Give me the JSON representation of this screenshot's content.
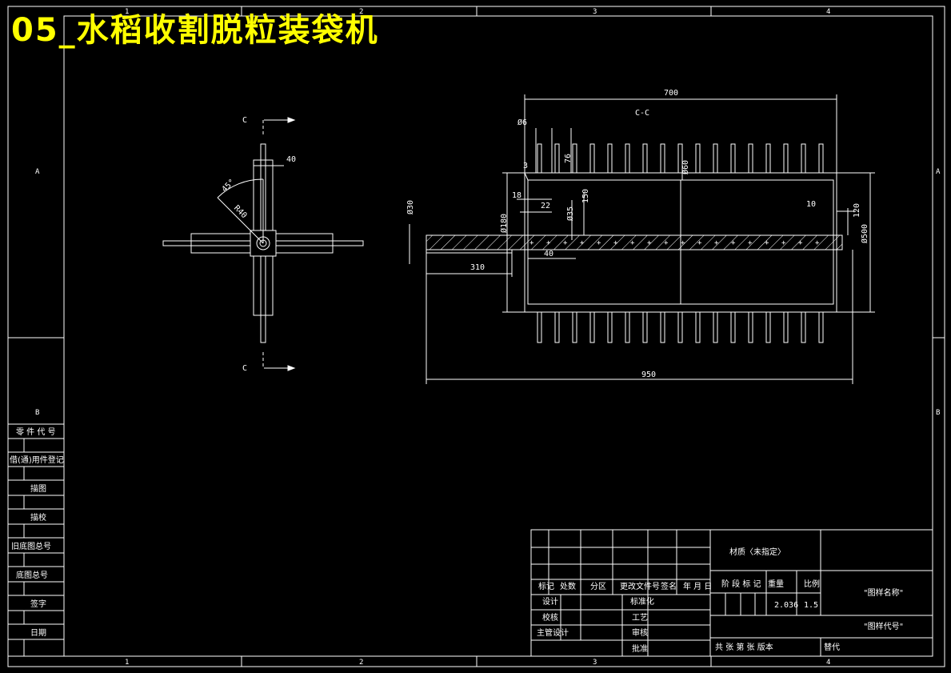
{
  "overlay_title": "05_水稻收割脱粒装袋机",
  "colors": {
    "background": "#000000",
    "lines": "#ffffff",
    "title": "#ffff00",
    "hatch": "#ffffff"
  },
  "border": {
    "top_zones": [
      "1",
      "2",
      "3",
      "4"
    ],
    "bottom_zones": [
      "1",
      "2",
      "3",
      "4"
    ],
    "side_zones": [
      "A",
      "B"
    ]
  },
  "left_column": {
    "labels": [
      "零 件 代 号",
      "借(通)用件登记",
      "描图",
      "描校",
      "旧底图总号",
      "底图总号",
      "签字",
      "日期"
    ]
  },
  "front_view": {
    "section_marks": [
      "C",
      "C"
    ],
    "dims": {
      "width": "40",
      "angle": "45°",
      "radius": "R40"
    }
  },
  "section_view": {
    "title": "C-C",
    "dims": {
      "overall_top": "700",
      "overall_bottom": "950",
      "tooth_dia": "Ø6",
      "tooth_len": "76",
      "offset3": "3",
      "d18": "18",
      "d22": "22",
      "d150": "150",
      "dia35": "Ø35",
      "dia30": "Ø30",
      "dia180": "Ø180",
      "dia500": "Ø500",
      "d10": "10",
      "d120": "120",
      "d40": "40",
      "d310": "310",
      "d60": "Ø60"
    }
  },
  "title_block": {
    "material": "材质〈未指定〉",
    "header_cols": [
      "标记",
      "处数",
      "分区",
      "更改文件号",
      "签名",
      "年 月 日"
    ],
    "rows_left": [
      "设计",
      "校核",
      "主管设计"
    ],
    "rows_mid": [
      "标准化",
      "工艺",
      "审核",
      "批准"
    ],
    "stage_labels": "阶 段 标 记",
    "weight_label": "重量",
    "scale_label": "比例",
    "weight": "2.036",
    "scale": "1.5",
    "drawing_name": "\"图样名称\"",
    "drawing_code": "\"图样代号\"",
    "sheet_info": "共  张 第  张 版本",
    "replace": "替代"
  }
}
